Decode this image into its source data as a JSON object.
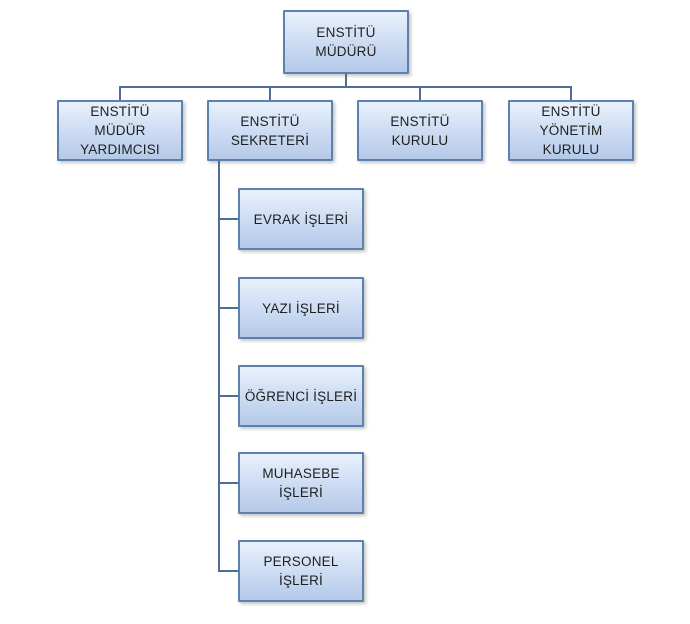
{
  "org_chart": {
    "root": {
      "label": "ENSTİTÜ\nMÜDÜRÜ"
    },
    "level2": [
      {
        "label": "ENSTİTÜ\nMÜDÜR\nYARDIMCISI"
      },
      {
        "label": "ENSTİTÜ\nSEKRETERİ"
      },
      {
        "label": "ENSTİTÜ\nKURULU"
      },
      {
        "label": "ENSTİTÜ\nYÖNETİM\nKURULU"
      }
    ],
    "secretary_units": [
      {
        "label": "EVRAK İŞLERİ"
      },
      {
        "label": "YAZI İŞLERİ"
      },
      {
        "label": "ÖĞRENCİ İŞLERİ"
      },
      {
        "label": "MUHASEBE\nİŞLERİ"
      },
      {
        "label": "PERSONEL\nİŞLERİ"
      }
    ],
    "colors": {
      "background": "#ffffff",
      "box_fill_top": "#e9f1fc",
      "box_fill_bottom": "#b4c9e8",
      "box_border": "#5d81ad",
      "connector": "#4f6d96",
      "text": "#1f1f1f"
    }
  }
}
